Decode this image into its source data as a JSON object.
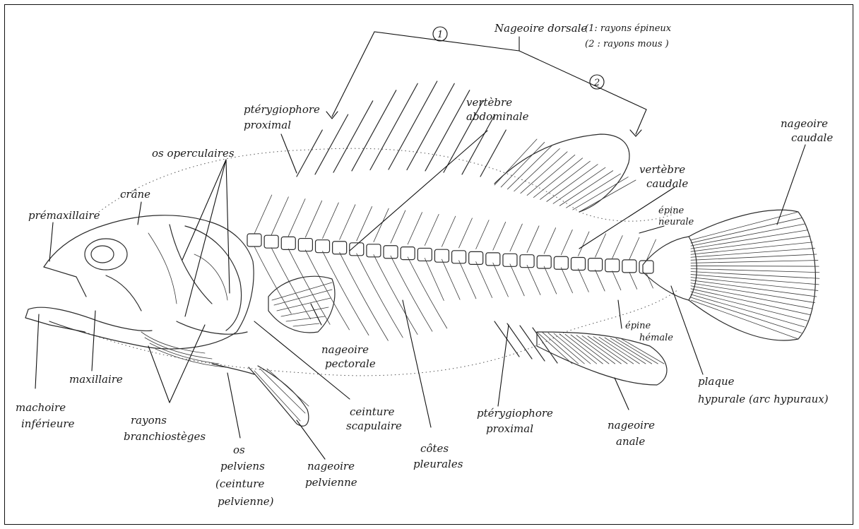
{
  "labels": {
    "nageoire_dorsale": "Nageoire dorsale",
    "rayons_epineux": "(1: rayons épineux",
    "rayons_mous": "(2 : rayons mous )",
    "num_1": "1",
    "num_2": "2",
    "pterygiophore_proximal_top_1": "ptérygiophore",
    "pterygiophore_proximal_top_2": "proximal",
    "vertebre_abdominale_1": "vertèbre",
    "vertebre_abdominale_2": "abdominale",
    "nageoire_caudale_1": "nageoire",
    "nageoire_caudale_2": "caudale",
    "os_operculaires": "os operculaires",
    "crane": "crâne",
    "premaxillaire": "prémaxillaire",
    "vertebre_caudale_1": "vertèbre",
    "vertebre_caudale_2": "caudale",
    "epine_neurale_1": "épine",
    "epine_neurale_2": "neurale",
    "epine_hemale_1": "épine",
    "epine_hemale_2": "hémale",
    "nageoire_pectorale_1": "nageoire",
    "nageoire_pectorale_2": "pectorale",
    "maxillaire": "maxillaire",
    "machoire_inferieure_1": "machoire",
    "machoire_inferieure_2": "inférieure",
    "rayons_branchiosteges_1": "rayons",
    "rayons_branchiosteges_2": "branchiostèges",
    "ceinture_scapulaire_1": "ceinture",
    "ceinture_scapulaire_2": "scapulaire",
    "cotes_pleurales_1": "côtes",
    "cotes_pleurales_2": "pleurales",
    "pterygiophore_proximal_bottom_1": "ptérygiophore",
    "pterygiophore_proximal_bottom_2": "proximal",
    "plaque_hypurale_1": "plaque",
    "plaque_hypurale_2": "hypurale  (arc hypuraux)",
    "nageoire_anale_1": "nageoire",
    "nageoire_anale_2": "anale",
    "os_pelviens_1": "os",
    "os_pelviens_2": "pelviens",
    "os_pelviens_3": "(ceinture",
    "os_pelviens_4": "pelvienne)",
    "nageoire_pelvienne_1": "nageoire",
    "nageoire_pelvienne_2": "pelvienne"
  },
  "colors": {
    "ink": "#2b2b2b",
    "paper": "#ffffff"
  }
}
